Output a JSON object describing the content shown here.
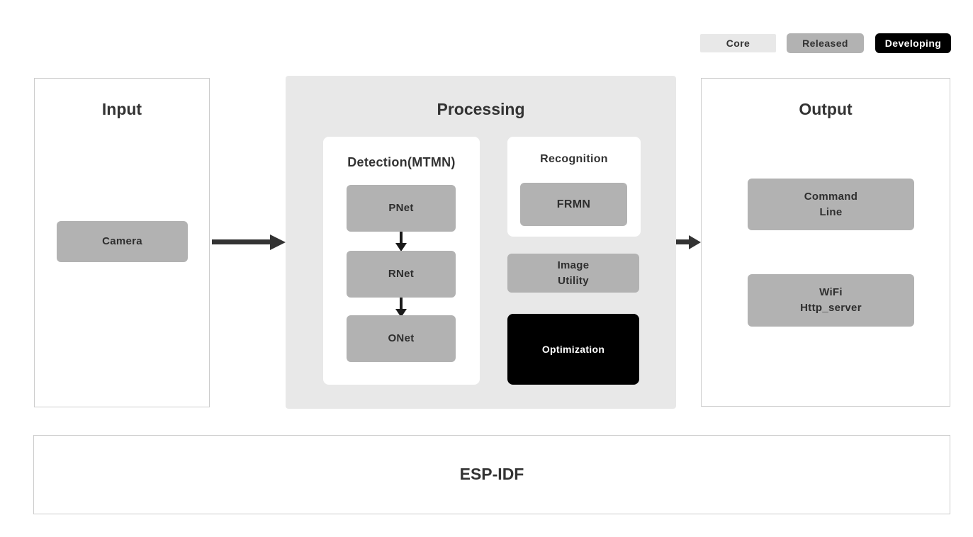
{
  "legend": {
    "core": "Core",
    "released": "Released",
    "developing": "Developing"
  },
  "input": {
    "title": "Input",
    "camera": "Camera"
  },
  "processing": {
    "title": "Processing",
    "detection": {
      "title": "Detection(MTMN)",
      "pnet": "PNet",
      "rnet": "RNet",
      "onet": "ONet"
    },
    "recognition": {
      "title": "Recognition",
      "frmn": "FRMN"
    },
    "image_utility": "Image\nUtility",
    "optimization": "Optimization"
  },
  "output": {
    "title": "Output",
    "command_line": "Command\nLine",
    "wifi_http_server": "WiFi\nHttp_server"
  },
  "foundation": {
    "title": "ESP-IDF"
  },
  "colors": {
    "core": "#e8e8e8",
    "released": "#b2b2b2",
    "developing": "#000000",
    "text": "#333333",
    "border": "#cccccc",
    "arrow": "#333333"
  }
}
